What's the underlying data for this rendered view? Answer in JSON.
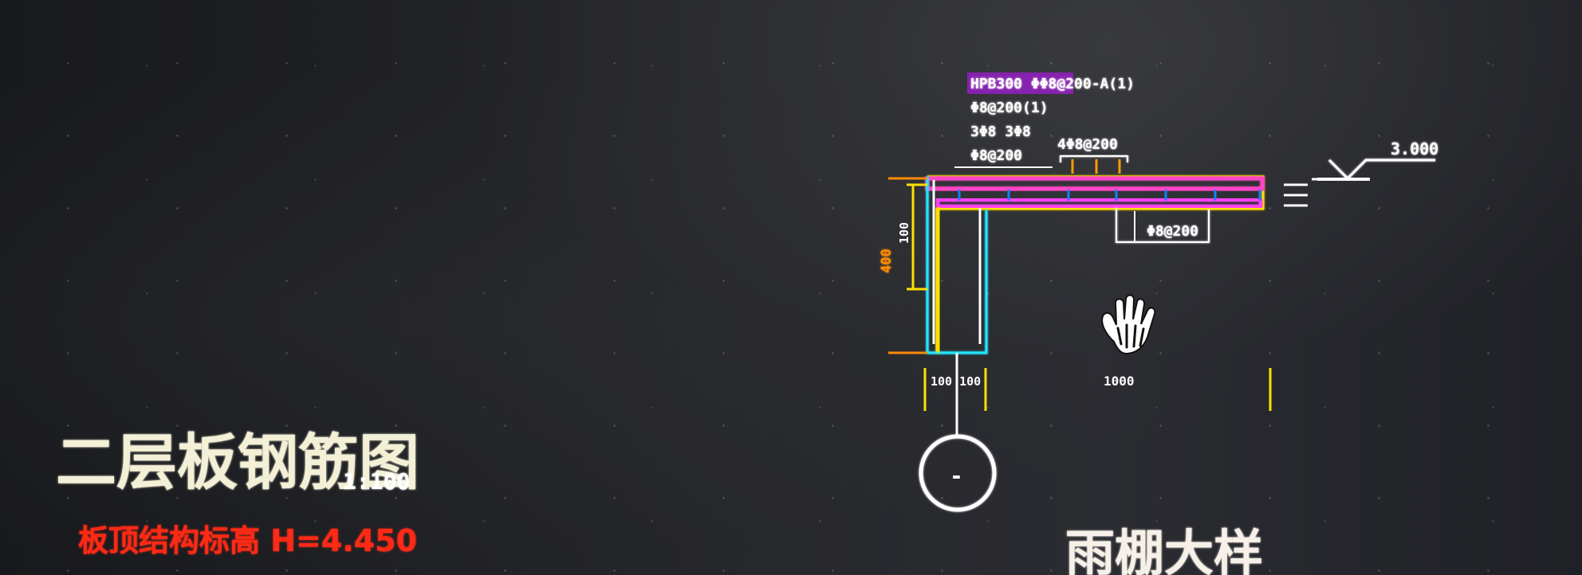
{
  "drawing": {
    "note_line_1": "HPB300 ΦΦ8@200-A(1)",
    "note_line_2": "Φ8@200(1)",
    "note_line_3": "3Φ8 3Φ8",
    "note_line_4": "Φ8@200",
    "top_rebar_label": "4Φ8@200",
    "bottom_rebar_label": "Φ8@200",
    "elevation_label": "3.000",
    "left_vertical_dim": "400",
    "inner_vertical_dim": "100",
    "bottom_short_dim": "100 100",
    "bottom_long_dim": "1000",
    "axis_label": "-",
    "detail_title": "雨棚大样",
    "plan_title": "二层板钢筋图",
    "plan_scale": "1:100",
    "red_note": "板顶结构标高 H=4.450",
    "cursor_icon": "hand-pan-icon"
  }
}
